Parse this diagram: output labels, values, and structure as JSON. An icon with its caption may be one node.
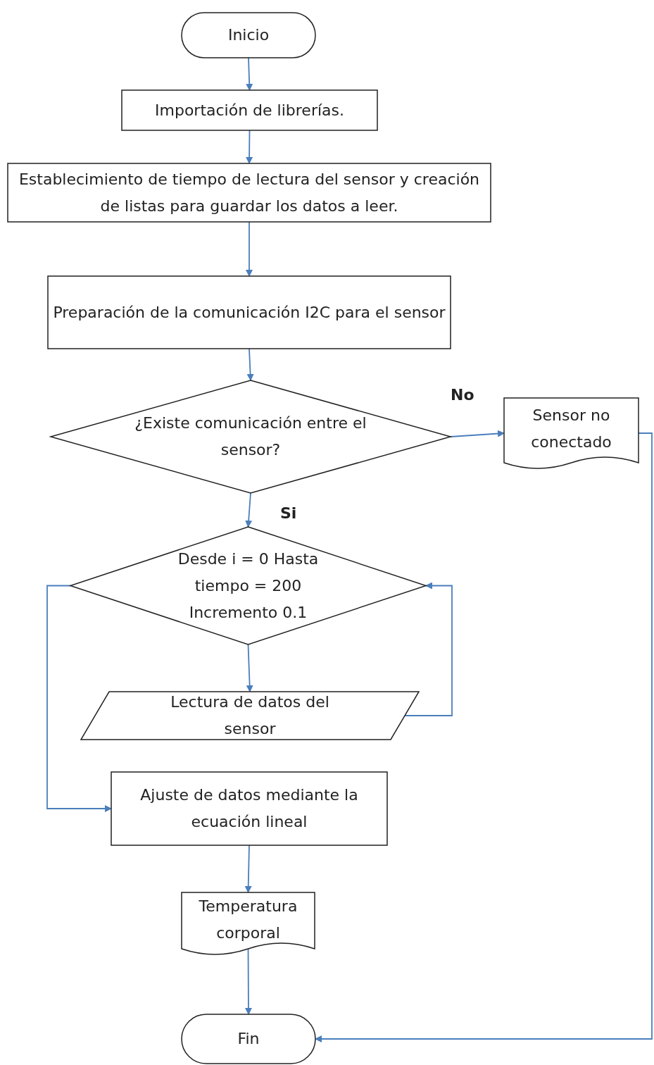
{
  "diagram": {
    "nodes": [
      {
        "text": [
          "Inicio"
        ]
      },
      {
        "text": [
          "Importación de librerías."
        ]
      },
      {
        "text": [
          "Establecimiento de tiempo de lectura del sensor y creación de listas para guardar los datos a leer."
        ]
      },
      {
        "text": [
          "Preparación de la comunicación I2C para el sensor"
        ]
      },
      {
        "text": [
          "¿Existe comunicación entre el sensor?"
        ]
      },
      {
        "text": [
          "Sensor no conectado"
        ]
      },
      {
        "text": [
          "Desde i = 0 Hasta tiempo = 200 Incremento 0.1"
        ]
      },
      {
        "text": [
          "Lectura de datos del sensor"
        ]
      },
      {
        "text": [
          "Ajuste de datos mediante la ecuación lineal"
        ]
      },
      {
        "text": [
          "Temperatura corporal"
        ]
      },
      {
        "text": [
          "Fin"
        ]
      }
    ],
    "edges": [
      {
        "from": 0,
        "to": 1,
        "arrow": "to"
      },
      {
        "from": 1,
        "to": 2,
        "arrow": "to"
      },
      {
        "from": 2,
        "to": 3,
        "arrow": "to"
      },
      {
        "from": 3,
        "to": 4,
        "arrow": "to"
      },
      {
        "from": 4,
        "to": 5,
        "arrow": "to",
        "label": "No"
      },
      {
        "from": 4,
        "to": 6,
        "arrow": "to",
        "label": "Si"
      },
      {
        "from": 6,
        "to": 7,
        "arrow": "to"
      },
      {
        "from": 7,
        "to": 6,
        "arrow": "to"
      },
      {
        "from": 6,
        "to": 8,
        "arrow": "to"
      },
      {
        "from": 8,
        "to": 9,
        "arrow": "to"
      },
      {
        "from": 9,
        "to": 10,
        "arrow": "to"
      },
      {
        "from": 5,
        "to": 10,
        "arrow": "to"
      }
    ]
  }
}
